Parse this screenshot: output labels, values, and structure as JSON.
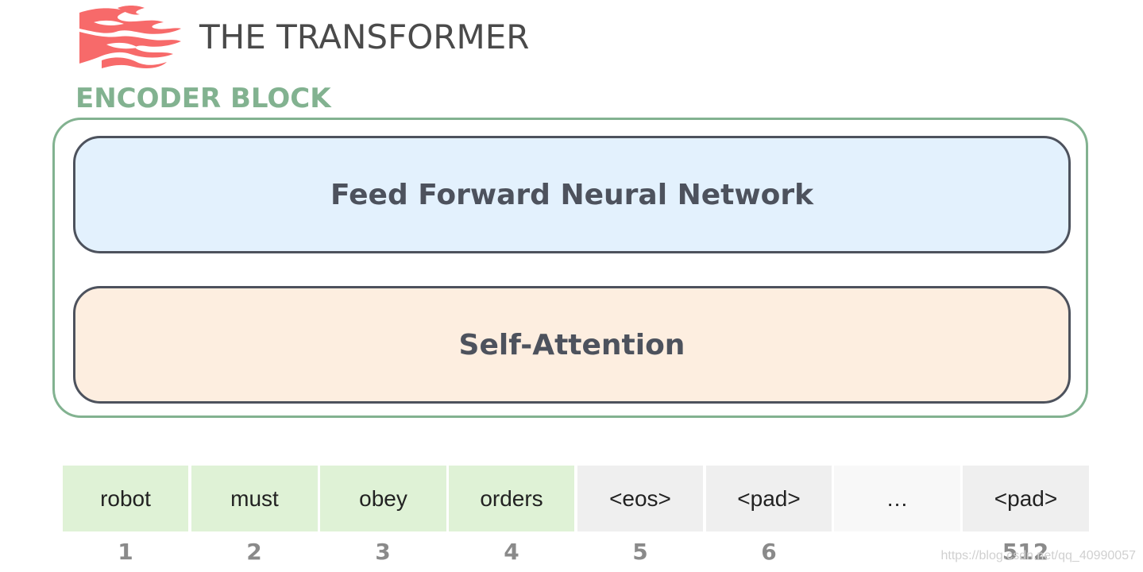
{
  "header": {
    "title": "THE TRANSFORMER",
    "logo_icon": "flame-logo-icon",
    "logo_color": "#f76a6a"
  },
  "encoder": {
    "label": "ENCODER BLOCK",
    "border_color": "#82b290",
    "layers": [
      {
        "label": "Feed Forward Neural Network",
        "fill": "#e3f1fd"
      },
      {
        "label": "Self-Attention",
        "fill": "#fdeee0"
      }
    ]
  },
  "tokens": [
    {
      "text": "robot",
      "position": "1",
      "kind": "word"
    },
    {
      "text": "must",
      "position": "2",
      "kind": "word"
    },
    {
      "text": "obey",
      "position": "3",
      "kind": "word"
    },
    {
      "text": "orders",
      "position": "4",
      "kind": "word"
    },
    {
      "text": "<eos>",
      "position": "5",
      "kind": "special"
    },
    {
      "text": "<pad>",
      "position": "6",
      "kind": "special"
    },
    {
      "text": "…",
      "position": "",
      "kind": "ellipsis"
    },
    {
      "text": "<pad>",
      "position": "512",
      "kind": "special"
    }
  ],
  "colors": {
    "word_token": "#dff2d6",
    "special_token": "#efefef",
    "text_dark": "#4d525d"
  },
  "watermark": "https://blog.csdn.net/qq_40990057"
}
